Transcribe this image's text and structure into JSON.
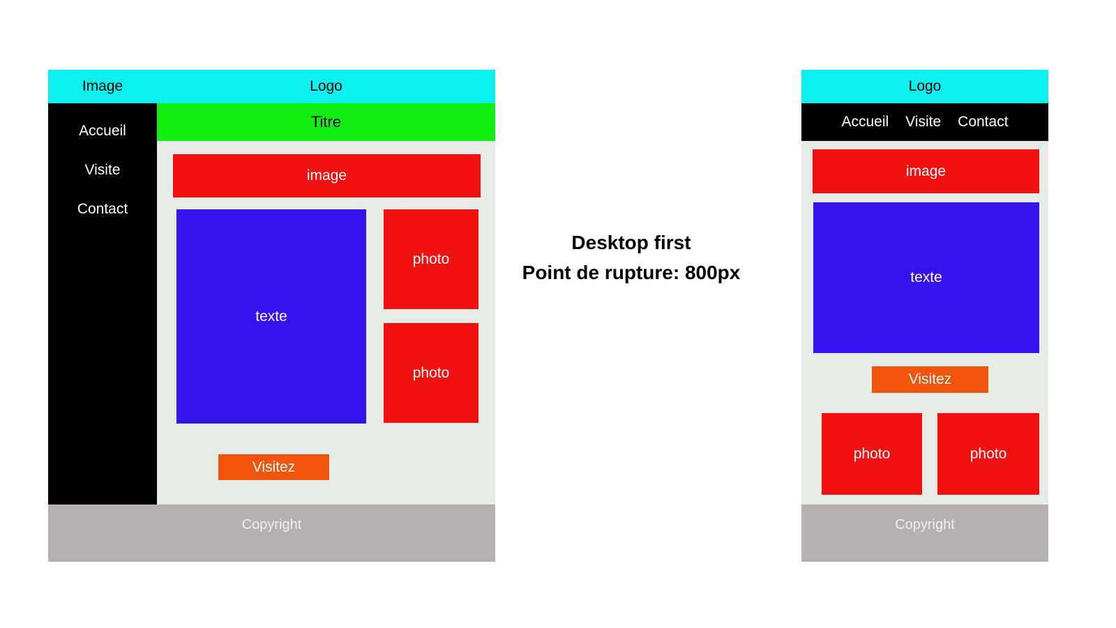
{
  "colors": {
    "cyan": "#0DF0F0",
    "green": "#11EE11",
    "red": "#F11111",
    "blue": "#3711EE",
    "orange": "#F2540E",
    "content-bg": "#E8ECE7",
    "footer-gray": "#B7B0B0",
    "sidebar-black": "#000000",
    "text-dark": "#000000",
    "text-light": "#FFFFFF"
  },
  "annotation": {
    "line1": "Desktop first",
    "line2": "Point de rupture: 800px"
  },
  "desktop": {
    "header": {
      "image_label": "Image",
      "logo_label": "Logo"
    },
    "sidebar": {
      "items": [
        {
          "label": "Accueil"
        },
        {
          "label": "Visite"
        },
        {
          "label": "Contact"
        }
      ]
    },
    "title_bar": "Titre",
    "content": {
      "image_banner": "image",
      "text_block": "texte",
      "photos": [
        "photo",
        "photo"
      ],
      "cta": "Visitez"
    },
    "footer": "Copyright"
  },
  "mobile": {
    "header": {
      "logo_label": "Logo"
    },
    "nav": {
      "items": [
        {
          "label": "Accueil"
        },
        {
          "label": "Visite"
        },
        {
          "label": "Contact"
        }
      ]
    },
    "content": {
      "image_banner": "image",
      "text_block": "texte",
      "cta": "Visitez",
      "photos": [
        "photo",
        "photo"
      ]
    },
    "footer": "Copyright"
  }
}
